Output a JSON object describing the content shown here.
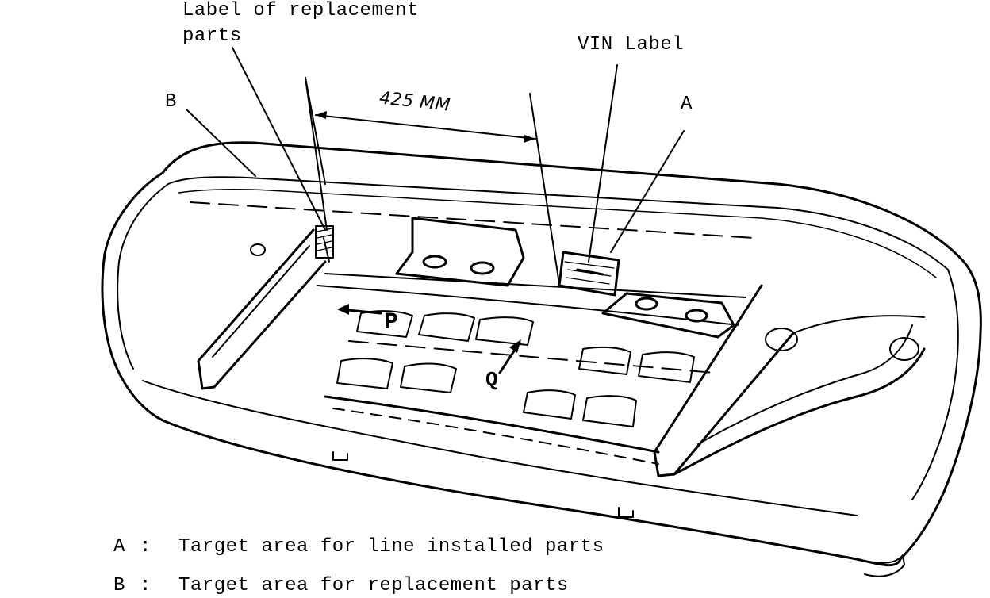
{
  "labels": {
    "replacement_label_line1": "Label of replacement",
    "replacement_label_line2": "parts",
    "vin_label": "VIN Label",
    "dimension": "425 MM",
    "a_marker": "A",
    "b_marker": "B",
    "p_marker": "P",
    "q_marker": "Q"
  },
  "legend": [
    {
      "key": "A",
      "sep": ":",
      "text": "Target area for line installed parts"
    },
    {
      "key": "B",
      "sep": ":",
      "text": "Target area for replacement parts"
    }
  ]
}
